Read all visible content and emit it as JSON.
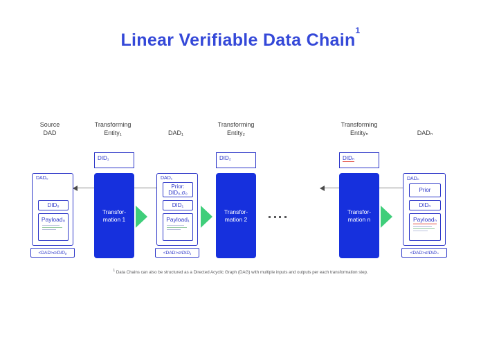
{
  "page": {
    "title": "Linear Verifiable Data Chain",
    "title_superscript": "1",
    "accent_blue": "#3448d8",
    "box_blue": "#2b35c8",
    "block_blue": "#1630dd",
    "arrow_green": "#3fce7a",
    "spellcheck_red": "#e2473c",
    "line_gray": "#8a8a8a"
  },
  "headers": {
    "source_dad": "Source\nDAD",
    "transforming_entity_1": "Transforming\nEntity₁",
    "dad_1": "DAD₁",
    "transforming_entity_2": "Transforming\nEntity₂",
    "transforming_entity_n": "Transforming\nEntityₙ",
    "dad_n": "DADₙ"
  },
  "entities": [
    {
      "did_label": "DID₁",
      "transformation_label": "Transfor-\nmation 1",
      "spellcheck": false
    },
    {
      "did_label": "DID₂",
      "transformation_label": "Transfor-\nmation 2",
      "spellcheck": false
    },
    {
      "did_label": "DIDₙ",
      "transformation_label": "Transfor-\nmation n",
      "spellcheck": true
    }
  ],
  "cards": [
    {
      "name": "dad-0",
      "title": "DAD₀",
      "prior": null,
      "did": "DID₀",
      "payload": "Payload₀",
      "payload_spellcheck": false,
      "signature_prefix": "<DAD>",
      "signature_sigma": "σ",
      "signature_slash": "/",
      "signature_did": "DID₀"
    },
    {
      "name": "dad-1",
      "title": "DAD₁",
      "prior": "Prior:\nDID₀,σ₀",
      "did": "DID₁",
      "payload": "Payload₁",
      "payload_spellcheck": false,
      "signature_prefix": "<DAD>",
      "signature_sigma": "σ",
      "signature_slash": "/",
      "signature_did": "DID₁"
    },
    {
      "name": "dad-n",
      "title": "DADₙ",
      "prior": "Prior",
      "did": "DIDₙ",
      "payload": "Payloadₙ",
      "payload_spellcheck": true,
      "signature_prefix": "<DAD>",
      "signature_sigma": "σ",
      "signature_slash": "/",
      "signature_did": "DIDₙ"
    }
  ],
  "ellipsis": {
    "dot_count": 4,
    "meaning": "continuation of transformation chain"
  },
  "footnote": {
    "marker": "1",
    "text": " Data Chains can also be structured as a Directed Acyclic Graph (DAG) with multiple inputs and outputs per each transformation step."
  }
}
